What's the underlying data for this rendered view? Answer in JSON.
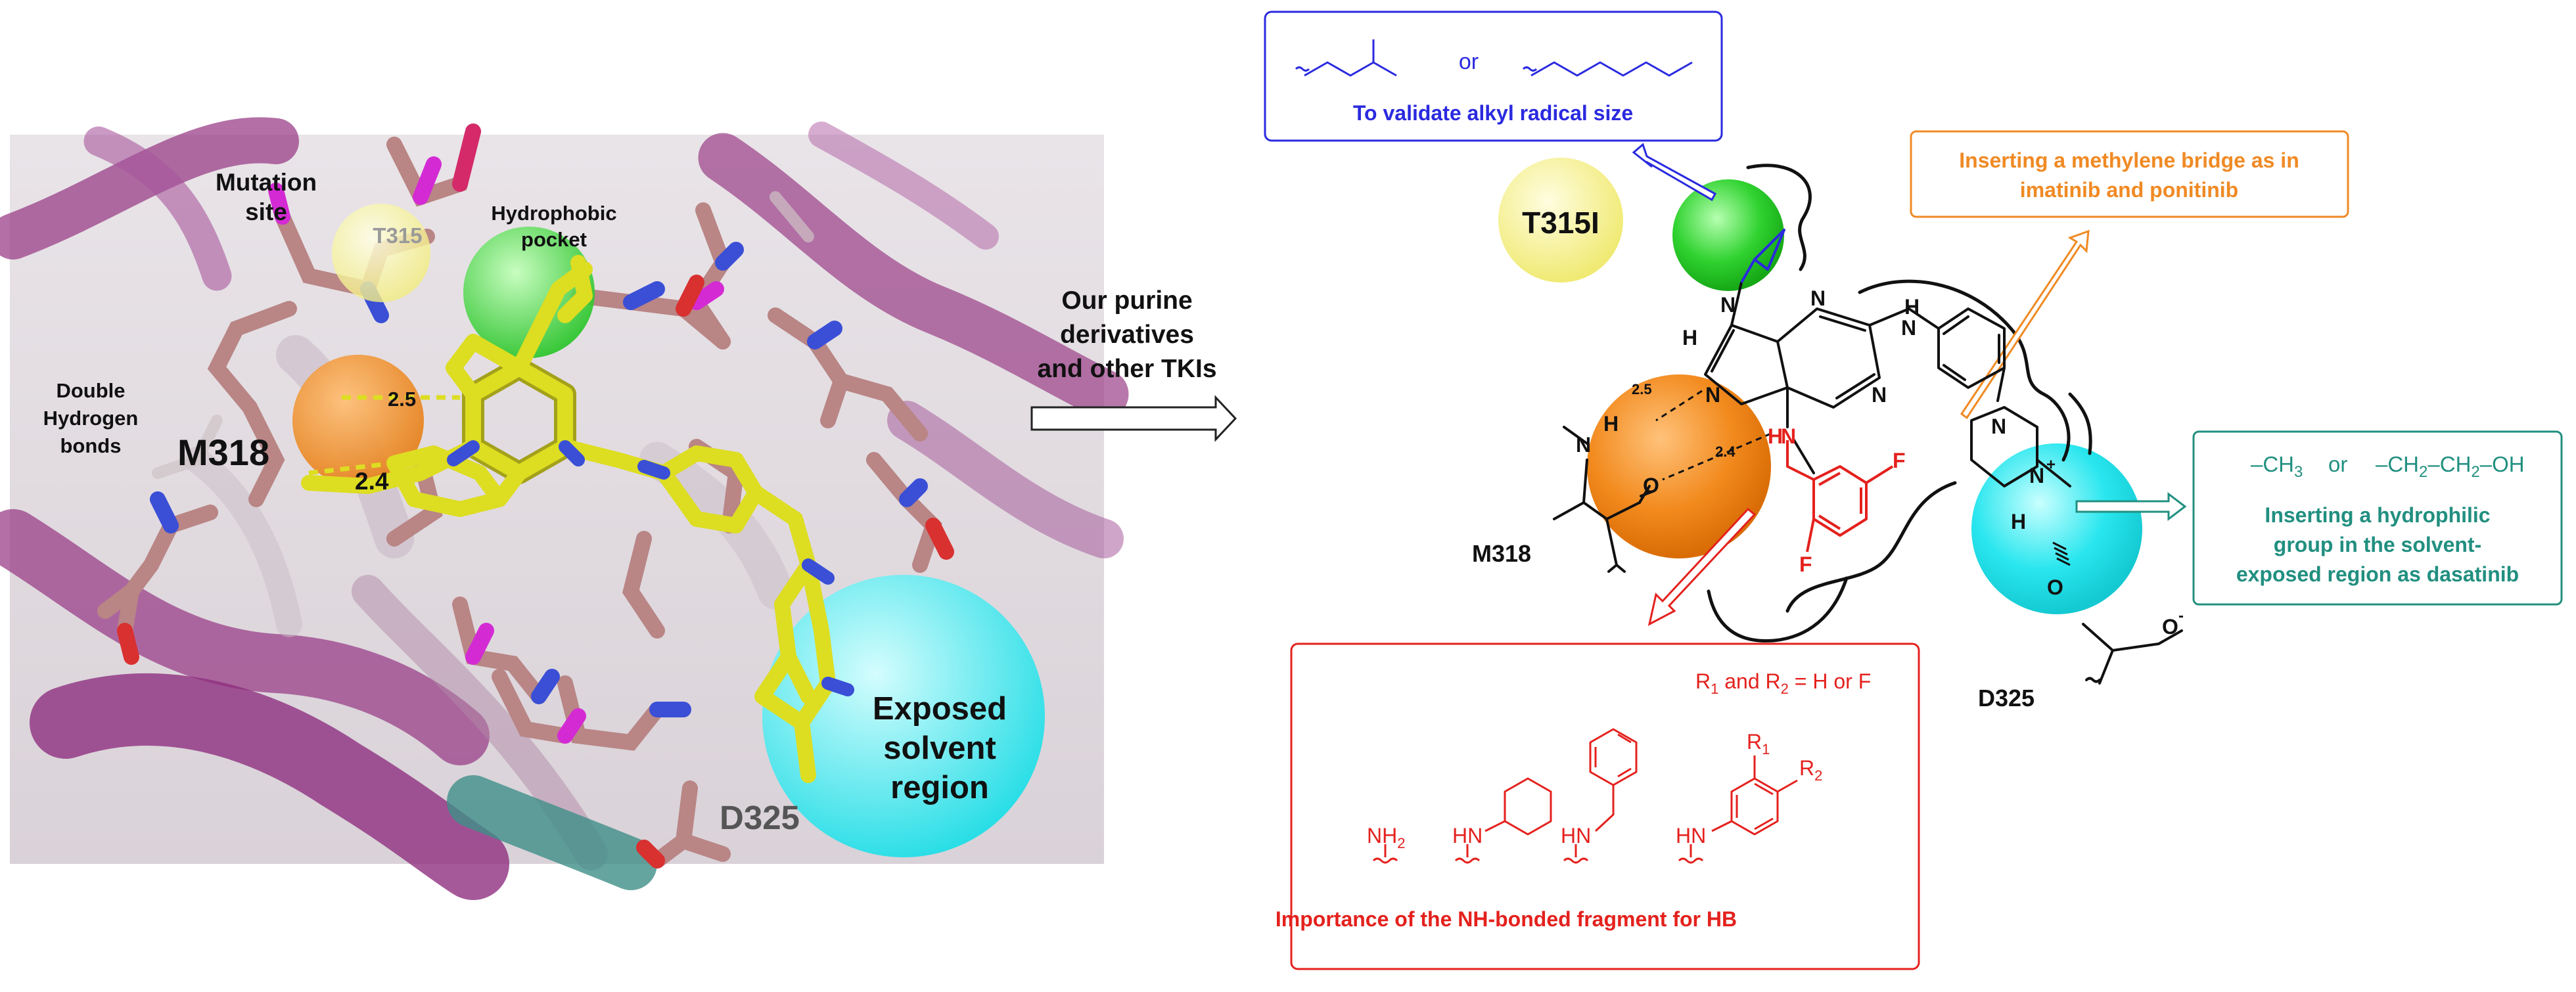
{
  "left_panel": {
    "labels": {
      "mutation_line1": "Mutation",
      "mutation_line2": "site",
      "t315": "T315",
      "hydrophobic_line1": "Hydrophobic",
      "hydrophobic_line2": "pocket",
      "double_line1": "Double",
      "double_line2": "Hydrogen",
      "double_line3": "bonds",
      "m318": "M318",
      "hb1": "2.5",
      "hb2": "2.4",
      "exposed_line1": "Exposed",
      "exposed_line2": "solvent",
      "exposed_line3": "region",
      "d325": "D325"
    }
  },
  "arrow_caption": {
    "line1": "Our purine",
    "line2": "derivatives",
    "line3": "and other TKIs"
  },
  "right_panel": {
    "alkyl_box": {
      "or": "or",
      "caption": "To validate alkyl radical size"
    },
    "methylene_box": {
      "line1": "Inserting a methylene bridge as in",
      "line2": "imatinib and ponitinib"
    },
    "hydrophilic_box": {
      "formula1_pre": "–CH",
      "formula1_sub": "3",
      "or": "or",
      "formula2_a": "–CH",
      "formula2_b": "–CH",
      "formula2_c": "–OH",
      "sub2": "2",
      "line1": "Inserting a hydrophilic",
      "line2": "group in the solvent-",
      "line3": "exposed region as dasatinib"
    },
    "nh_box": {
      "r_r": "R",
      "r_sub1": "1",
      "r_and": " and R",
      "r_sub2": "2",
      "r_eq": " = H or F",
      "nh2": "NH",
      "nh2_sub": "2",
      "hn": "HN",
      "caption": "Importance of the NH-bonded fragment for HB"
    },
    "atoms": {
      "t315i": "T315I",
      "m318": "M318",
      "d325": "D325",
      "n": "N",
      "h": "H",
      "o": "O",
      "f": "F",
      "nh": "N",
      "hn_label": "H",
      "plus": "+",
      "ominus": "-",
      "d25": "2.5",
      "d24": "2.4"
    }
  },
  "colors": {
    "orange_sphere": "#f28a1e",
    "yellow_sphere": "#f5f08a",
    "green_sphere": "#2fd22f",
    "cyan_sphere": "#29e6ee",
    "ligand": "#dddd22",
    "residues": "#b98585",
    "ribbon": "#9a3f88",
    "blue_accent": "#2a2adf",
    "orange_accent": "#f08a24",
    "teal_accent": "#218f80",
    "red_accent": "#e4211d"
  }
}
